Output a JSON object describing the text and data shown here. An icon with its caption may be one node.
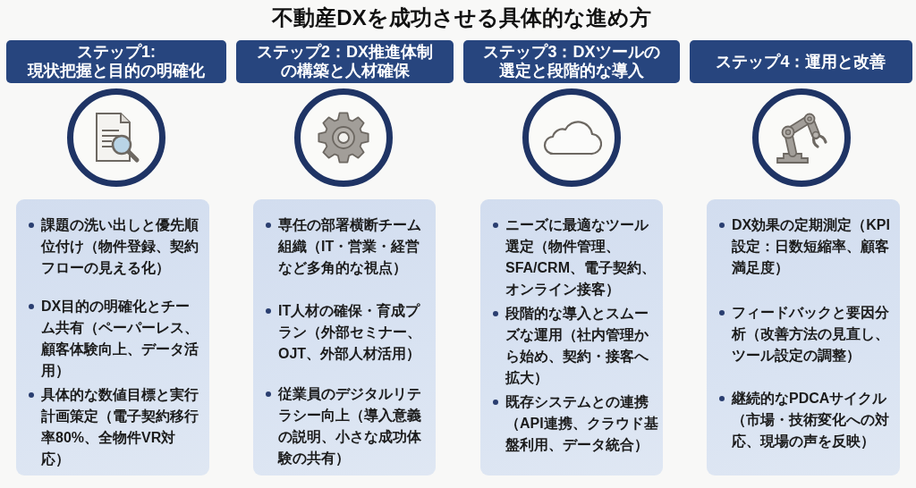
{
  "diagram": {
    "title": "不動産DXを成功させる具体的な進め方",
    "nodes": [
      {
        "text": [
          "ステップ1: 現状把握と目的の明確化"
        ]
      },
      {
        "text": [
          "ステップ2：DX推進体制の構築と人材確保"
        ]
      },
      {
        "text": [
          "ステップ3：DXツールの選定と段階的な導入"
        ]
      },
      {
        "text": [
          "ステップ4：運用と改善"
        ]
      },
      {
        "text": [],
        "shape": "circle"
      },
      {
        "text": [],
        "shape": "circle"
      },
      {
        "text": [],
        "shape": "circle"
      },
      {
        "text": [],
        "shape": "circle"
      },
      {
        "text": [
          "課題の洗い出しと優先順位付け（物件登録、契約フローの見える化）",
          "DX目的の明確化とチーム共有（ペーパーレス、顧客体験向上、データ活用）",
          "具体的な数値目標と実行計画策定（電子契約移行率80%、全物件VR対応）"
        ]
      },
      {
        "text": [
          "専任の部署横断チーム組織（IT・営業・経営など多角的な視点）",
          "IT人材の確保・育成プラン（外部セミナー、OJT、外部人材活用）",
          "従業員のデジタルリテラシー向上（導入意義の説明、小さな成功体験の共有）"
        ]
      },
      {
        "text": [
          "ニーズに最適なツール選定（物件管理、SFA/CRM、電子契約、オンライン接客）",
          "段階的な導入とスムーズな運用（社内管理から始め、契約・接客へ拡大）",
          "既存システムとの連携（API連携、クラウド基盤利用、データ統合）"
        ]
      },
      {
        "text": [
          "DX効果の定期測定（KPI設定：日数短縮率、顧客満足度）",
          "フィードバックと要因分析（改善方法の見直し、ツール設定の調整）",
          "継続的なPDCAサイクル（市場・技術変化への対応、現場の声を反映）"
        ]
      }
    ]
  }
}
